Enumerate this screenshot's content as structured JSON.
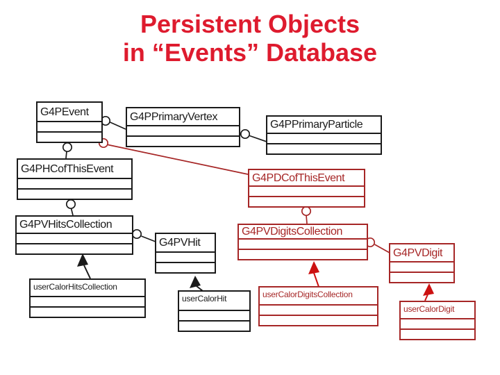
{
  "title": {
    "line1": "Persistent Objects",
    "line2": "in “Events” Database"
  },
  "colors": {
    "title_red": "#de1b2e",
    "black_class": "#1a1a1a",
    "red_class": "#a62626",
    "background": "#ffffff"
  },
  "diagram": {
    "boxes": [
      {
        "label": "G4PEvent",
        "color": "black"
      },
      {
        "label": "G4PPrimaryVertex",
        "color": "black"
      },
      {
        "label": "G4PPrimaryParticle",
        "color": "black"
      },
      {
        "label": "G4PHCofThisEvent",
        "color": "black"
      },
      {
        "label": "G4PVHitsCollection",
        "color": "black"
      },
      {
        "label": "G4PVHit",
        "color": "black"
      },
      {
        "label": "userCalorHitsCollection",
        "color": "black"
      },
      {
        "label": "userCalorHit",
        "color": "black"
      },
      {
        "label": "G4PDCofThisEvent",
        "color": "red"
      },
      {
        "label": "G4PVDigitsCollection",
        "color": "red"
      },
      {
        "label": "G4PVDigit",
        "color": "red"
      },
      {
        "label": "userCalorDigitsCollection",
        "color": "red"
      },
      {
        "label": "userCalorDigit",
        "color": "red"
      }
    ],
    "relations": [
      {
        "from": "G4PEvent",
        "to": "G4PPrimaryVertex",
        "type": "aggregation",
        "color": "black"
      },
      {
        "from": "G4PEvent",
        "to": "G4PHCofThisEvent",
        "type": "aggregation",
        "color": "black"
      },
      {
        "from": "G4PEvent",
        "to": "G4PDCofThisEvent",
        "type": "aggregation",
        "color": "red"
      },
      {
        "from": "G4PPrimaryVertex",
        "to": "G4PPrimaryParticle",
        "type": "aggregation",
        "color": "black"
      },
      {
        "from": "G4PHCofThisEvent",
        "to": "G4PVHitsCollection",
        "type": "aggregation",
        "color": "black"
      },
      {
        "from": "G4PVHitsCollection",
        "to": "G4PVHit",
        "type": "aggregation",
        "color": "black"
      },
      {
        "from": "G4PDCofThisEvent",
        "to": "G4PVDigitsCollection",
        "type": "aggregation",
        "color": "red"
      },
      {
        "from": "G4PVDigitsCollection",
        "to": "G4PVDigit",
        "type": "aggregation",
        "color": "red"
      },
      {
        "from": "userCalorHitsCollection",
        "to": "G4PVHitsCollection",
        "type": "arrow",
        "color": "black"
      },
      {
        "from": "userCalorHit",
        "to": "G4PVHit",
        "type": "arrow",
        "color": "black"
      },
      {
        "from": "userCalorDigitsCollection",
        "to": "G4PVDigitsCollection",
        "type": "arrow",
        "color": "red"
      },
      {
        "from": "userCalorDigit",
        "to": "G4PVDigit",
        "type": "arrow",
        "color": "red"
      }
    ]
  }
}
